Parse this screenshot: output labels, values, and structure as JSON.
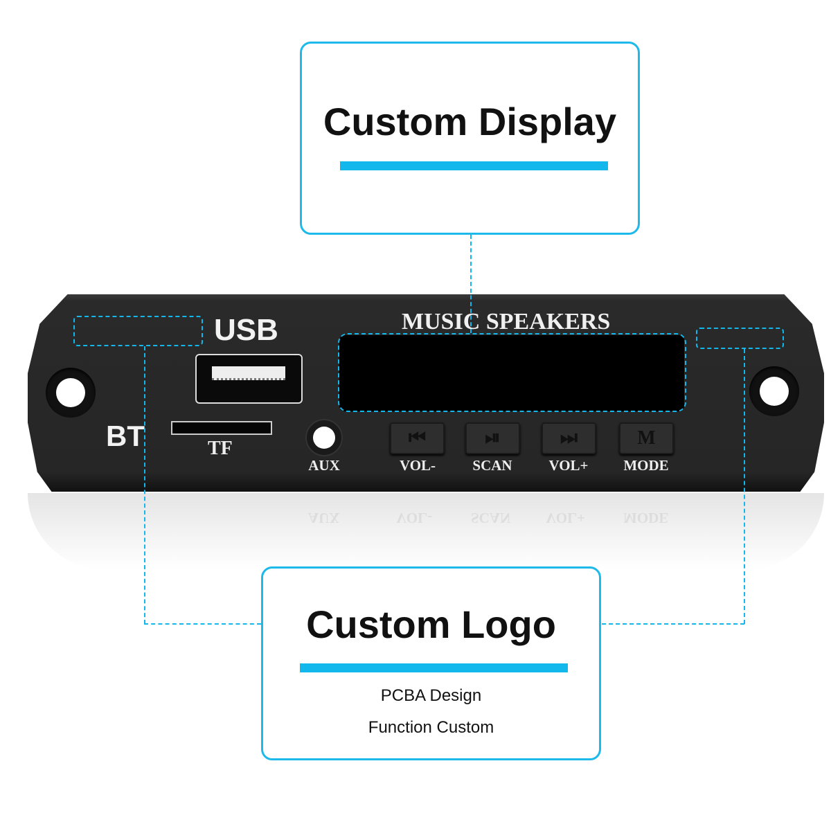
{
  "top_card": {
    "title": "Custom Display"
  },
  "bottom_card": {
    "title": "Custom Logo",
    "lines": [
      "PCBA Design",
      "Function Custom"
    ]
  },
  "panel": {
    "usb_label": "USB",
    "bt_label": "BT",
    "tf_label": "TF",
    "aux_label": "AUX",
    "brand": "MUSIC SPEAKERS",
    "buttons": [
      {
        "icon": "previous-icon",
        "glyph": "⏮",
        "label": "VOL-"
      },
      {
        "icon": "play-pause-icon",
        "glyph": "⏯",
        "label": "SCAN"
      },
      {
        "icon": "next-icon",
        "glyph": "⏭",
        "label": "VOL+"
      },
      {
        "icon": "mode-icon",
        "glyph": "M",
        "label": "MODE"
      }
    ]
  },
  "colors": {
    "accent": "#12b8ec",
    "panel": "#262626"
  }
}
